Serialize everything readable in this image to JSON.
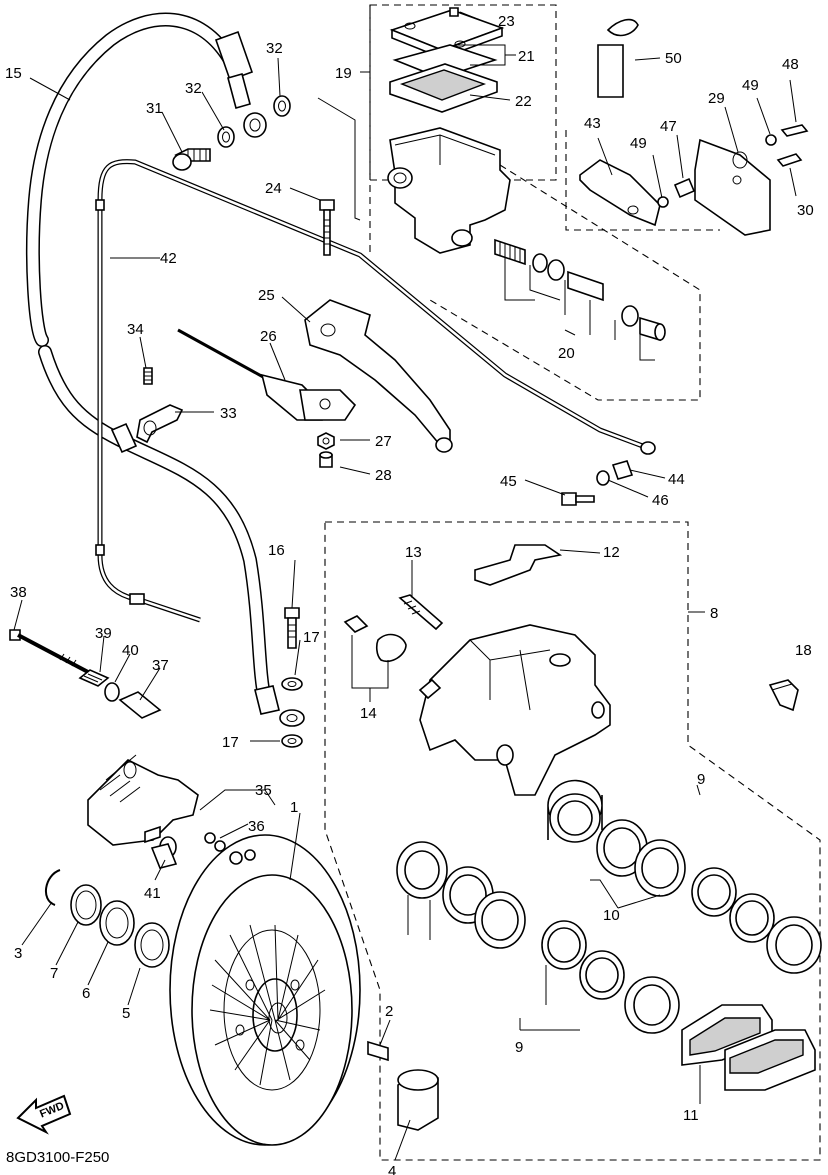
{
  "drawing_code": "8GD3100-F250",
  "fwd_label": "FWD",
  "callouts": [
    {
      "id": "1",
      "label": "1"
    },
    {
      "id": "2",
      "label": "2"
    },
    {
      "id": "3",
      "label": "3"
    },
    {
      "id": "4",
      "label": "4"
    },
    {
      "id": "5",
      "label": "5"
    },
    {
      "id": "6",
      "label": "6"
    },
    {
      "id": "7",
      "label": "7"
    },
    {
      "id": "8",
      "label": "8"
    },
    {
      "id": "9a",
      "label": "9"
    },
    {
      "id": "9b",
      "label": "9"
    },
    {
      "id": "10",
      "label": "10"
    },
    {
      "id": "11",
      "label": "11"
    },
    {
      "id": "12",
      "label": "12"
    },
    {
      "id": "13",
      "label": "13"
    },
    {
      "id": "14",
      "label": "14"
    },
    {
      "id": "15",
      "label": "15"
    },
    {
      "id": "16",
      "label": "16"
    },
    {
      "id": "17a",
      "label": "17"
    },
    {
      "id": "17b",
      "label": "17"
    },
    {
      "id": "18",
      "label": "18"
    },
    {
      "id": "19",
      "label": "19"
    },
    {
      "id": "20",
      "label": "20"
    },
    {
      "id": "21",
      "label": "21"
    },
    {
      "id": "22",
      "label": "22"
    },
    {
      "id": "23",
      "label": "23"
    },
    {
      "id": "24",
      "label": "24"
    },
    {
      "id": "25",
      "label": "25"
    },
    {
      "id": "26",
      "label": "26"
    },
    {
      "id": "27",
      "label": "27"
    },
    {
      "id": "28",
      "label": "28"
    },
    {
      "id": "29",
      "label": "29"
    },
    {
      "id": "30",
      "label": "30"
    },
    {
      "id": "31",
      "label": "31"
    },
    {
      "id": "32a",
      "label": "32"
    },
    {
      "id": "32b",
      "label": "32"
    },
    {
      "id": "33",
      "label": "33"
    },
    {
      "id": "34",
      "label": "34"
    },
    {
      "id": "35",
      "label": "35"
    },
    {
      "id": "36",
      "label": "36"
    },
    {
      "id": "37",
      "label": "37"
    },
    {
      "id": "38",
      "label": "38"
    },
    {
      "id": "39",
      "label": "39"
    },
    {
      "id": "40",
      "label": "40"
    },
    {
      "id": "41",
      "label": "41"
    },
    {
      "id": "42",
      "label": "42"
    },
    {
      "id": "43",
      "label": "43"
    },
    {
      "id": "44",
      "label": "44"
    },
    {
      "id": "45",
      "label": "45"
    },
    {
      "id": "46",
      "label": "46"
    },
    {
      "id": "47",
      "label": "47"
    },
    {
      "id": "48",
      "label": "48"
    },
    {
      "id": "49a",
      "label": "49"
    },
    {
      "id": "49b",
      "label": "49"
    },
    {
      "id": "50",
      "label": "50"
    }
  ]
}
